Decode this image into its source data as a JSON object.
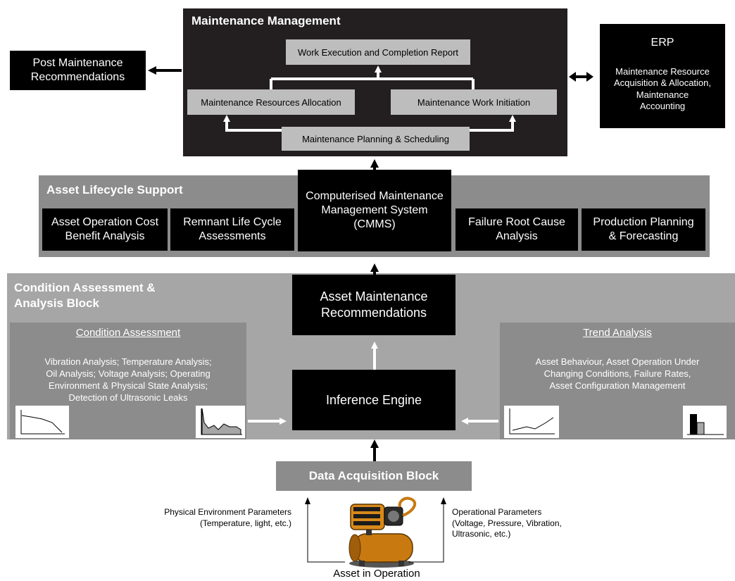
{
  "maintenance_management": {
    "title": "Maintenance Management",
    "work_execution": "Work Execution and Completion Report",
    "resources_allocation": "Maintenance Resources Allocation",
    "work_initiation": "Maintenance Work Initiation",
    "planning_scheduling": "Maintenance Planning & Scheduling"
  },
  "post_maintenance": {
    "line1": "Post Maintenance",
    "line2": "Recommendations"
  },
  "erp": {
    "title": "ERP",
    "lines": [
      "Maintenance Resource",
      "Acquisition & Allocation,",
      "Maintenance",
      "Accounting"
    ]
  },
  "asset_lifecycle": {
    "title": "Asset Lifecycle Support",
    "cmms": [
      "Computerised Maintenance",
      "Management System",
      "(CMMS)"
    ],
    "cost_benefit": [
      "Asset Operation Cost",
      "Benefit Analysis"
    ],
    "remnant_life": [
      "Remnant Life Cycle",
      "Assessments"
    ],
    "root_cause": [
      "Failure Root Cause",
      "Analysis"
    ],
    "production": [
      "Production Planning",
      "& Forecasting"
    ]
  },
  "condition_block": {
    "title": [
      "Condition Assessment &",
      "Analysis Block"
    ],
    "recommendations": [
      "Asset Maintenance",
      "Recommendations"
    ],
    "inference_engine": "Inference Engine"
  },
  "condition_assessment": {
    "heading": "Condition Assessment",
    "lines": [
      "Vibration Analysis; Temperature  Analysis;",
      "Oil Analysis; Voltage  Analysis; Operating",
      "Environment  &  Physical State Analysis;",
      "Detection of Ultrasonic Leaks"
    ]
  },
  "trend_analysis": {
    "heading": "Trend Analysis",
    "lines": [
      "Asset Behaviour, Asset Operation Under",
      "Changing Conditions, Failure Rates,",
      "Asset Configuration Management"
    ]
  },
  "data_acquisition": {
    "title": "Data Acquisition Block"
  },
  "physical_env": {
    "lines": [
      "Physical Environment Parameters",
      "(Temperature, light, etc.)"
    ]
  },
  "operational": {
    "lines": [
      "Operational Parameters",
      "(Voltage, Pressure, Vibration,",
      "Ultrasonic, etc.)"
    ]
  },
  "asset": {
    "label": "Asset in Operation",
    "icon": "pump-tank-icon"
  },
  "colors": {
    "dark_panel": "#231f20",
    "mid_gray": "#7f7f7f",
    "band_gray": "#a6a6a6",
    "panel_gray": "#8f8f8f",
    "light_box": "#bdbdbd",
    "black": "#000000",
    "white": "#ffffff",
    "pump_orange": "#c87a10"
  }
}
